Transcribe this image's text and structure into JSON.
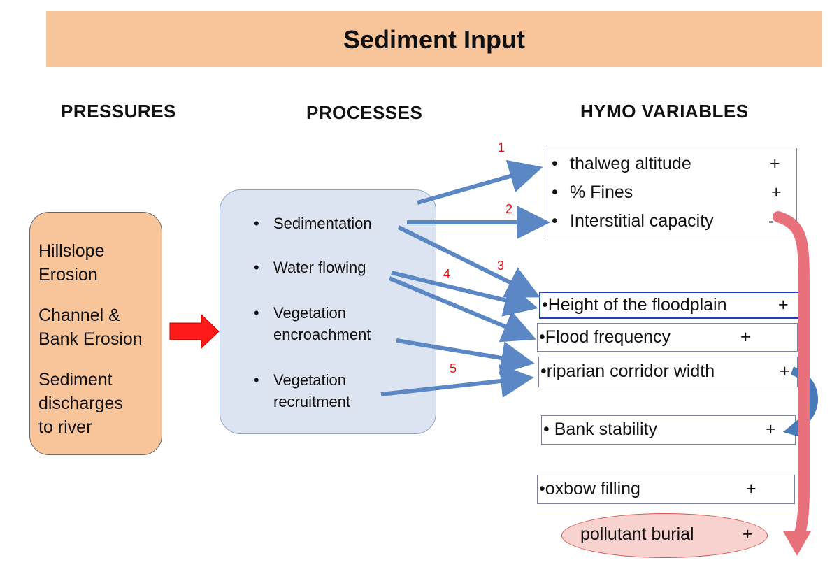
{
  "title": "Sediment Input",
  "columns": {
    "pressures": "PRESSURES",
    "processes": "PROCESSES",
    "hymo": "HYMO VARIABLES"
  },
  "pressures": [
    "Hillslope\nErosion",
    "Channel &\nBank Erosion",
    "Sediment\ndischarges\nto river"
  ],
  "processes": [
    "Sedimentation",
    "Water flowing",
    "Vegetation\nencroachment",
    "Vegetation\nrecruitment"
  ],
  "hymo_box1": [
    {
      "bullet": "•",
      "label": "thalweg altitude",
      "sign": "+"
    },
    {
      "bullet": "•",
      "label": "% Fines",
      "sign": "+"
    },
    {
      "bullet": "•",
      "label": "Interstitial capacity",
      "sign": "-"
    }
  ],
  "hymo_items": [
    {
      "label": "•Height of the floodplain",
      "sign": "+"
    },
    {
      "label": "•Flood frequency",
      "sign": "+"
    },
    {
      "label": "•riparian corridor width",
      "sign": "+"
    },
    {
      "label": "• Bank stability",
      "sign": "+"
    },
    {
      "label": "•oxbow filling",
      "sign": "+"
    }
  ],
  "pollutant": {
    "label": "pollutant burial",
    "sign": "+"
  },
  "arrow_numbers": [
    "1",
    "2",
    "3",
    "4",
    "5"
  ],
  "colors": {
    "header_fill": "#f8c49a",
    "process_fill": "#dbe4f0",
    "blue_arrow": "#5b87c4",
    "red_arrow": "#ff1a1a",
    "pink_arrow": "#e8707a",
    "number_red": "#e01010",
    "highlight_border": "#1f3fbf"
  }
}
